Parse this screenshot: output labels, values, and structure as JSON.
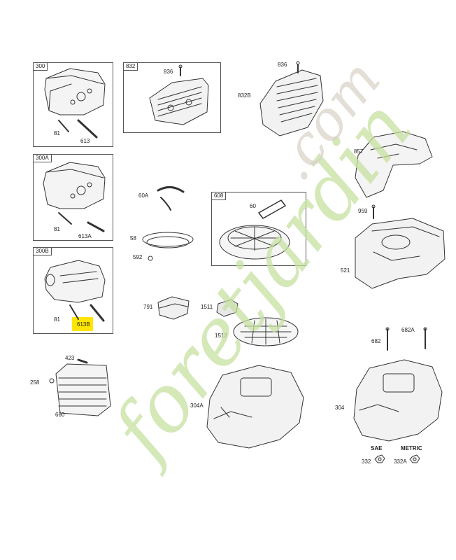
{
  "boxes": {
    "b300": "300",
    "b832": "832",
    "b300a": "300A",
    "b608": "608",
    "b300b": "300B"
  },
  "labels": {
    "l836a": "836",
    "l836b": "836",
    "l832b": "832B",
    "l81a": "81",
    "l613": "613",
    "l857": "857",
    "l60a": "60A",
    "l60": "60",
    "l58": "58",
    "l592": "592",
    "l959": "959",
    "l81b": "81",
    "l613a": "613A",
    "l521": "521",
    "l81c": "81",
    "l613b": "613B",
    "l791": "791",
    "l1511": "1511",
    "l1512": "1512",
    "l682": "682",
    "l682a": "682A",
    "l423": "423",
    "l258": "258",
    "l660": "660",
    "l304a": "304A",
    "l304": "304",
    "l332": "332",
    "l332a": "332A"
  },
  "headers": {
    "sae": "SAE",
    "metric": "METRIC"
  },
  "watermark": {
    "brand": "foretjardin",
    "tld": ".com",
    "green": "#c6e0a0",
    "grey": "#d9d3c8",
    "orange": "#f3c89a"
  },
  "highlight_color": "#ffe600"
}
